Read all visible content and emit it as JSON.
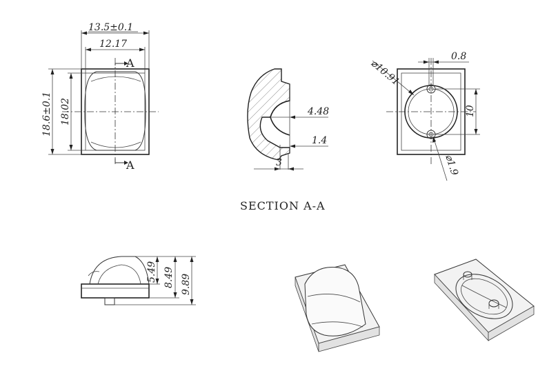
{
  "dimensions": {
    "top_width_total": "13.5±0.1",
    "top_width_inner": "12.17",
    "height_total": "18.6±0.1",
    "height_inner": "18.02",
    "section_depth": "4.48",
    "section_step": "1.4",
    "section_width": "3",
    "diameter_main": "⌀10.91",
    "pin_offset": "0.8",
    "pin_spacing": "10",
    "pin_diameter": "⌀1.9",
    "side_h1": "5.49",
    "side_h2": "8.49",
    "side_h3": "9.89"
  },
  "labels": {
    "section_marker_top": "A",
    "section_marker_bottom": "A",
    "section_title": "SECTION A-A"
  }
}
